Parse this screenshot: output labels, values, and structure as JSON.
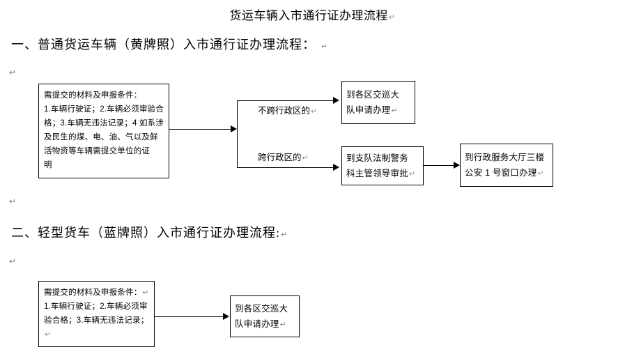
{
  "document": {
    "title": "货运车辆入市通行证办理流程",
    "pilcrow_glyph": "↵"
  },
  "sections": [
    {
      "heading": "一、普通货运车辆（黄牌照）入市通行证办理流程：",
      "requirements_box": {
        "lines": [
          "需提交的材料及申报条件：",
          "1.车辆行驶证；2.车辆必须审验合",
          "格；3.车辆无违法记录；4 如系涉",
          "及民生的煤、电、油、气以及鲜",
          "活物资等车辆需提交单位的证",
          "明"
        ]
      },
      "branches": [
        {
          "label": "不跨行政区的"
        },
        {
          "label": "跨行政区的"
        }
      ],
      "targets": [
        {
          "lines": [
            "到各区交巡大",
            "队申请办理"
          ]
        },
        {
          "lines": [
            "到支队法制警务",
            "科主管领导审批"
          ]
        },
        {
          "lines": [
            "到行政服务大厅三楼",
            "公安 1 号窗口办理"
          ]
        }
      ]
    },
    {
      "heading": "二、轻型货车（蓝牌照）入市通行证办理流程:",
      "requirements_box": {
        "lines": [
          "需提交的材料及申报条件：",
          "1.车辆行驶证；2.车辆必须审",
          "验合格；3.车辆无违法记录；"
        ]
      },
      "targets": [
        {
          "lines": [
            "到各区交巡大",
            "队申请办理"
          ]
        }
      ]
    }
  ],
  "colors": {
    "ink": "#000000",
    "paper": "#ffffff",
    "pilcrow": "#7a7a7a"
  }
}
